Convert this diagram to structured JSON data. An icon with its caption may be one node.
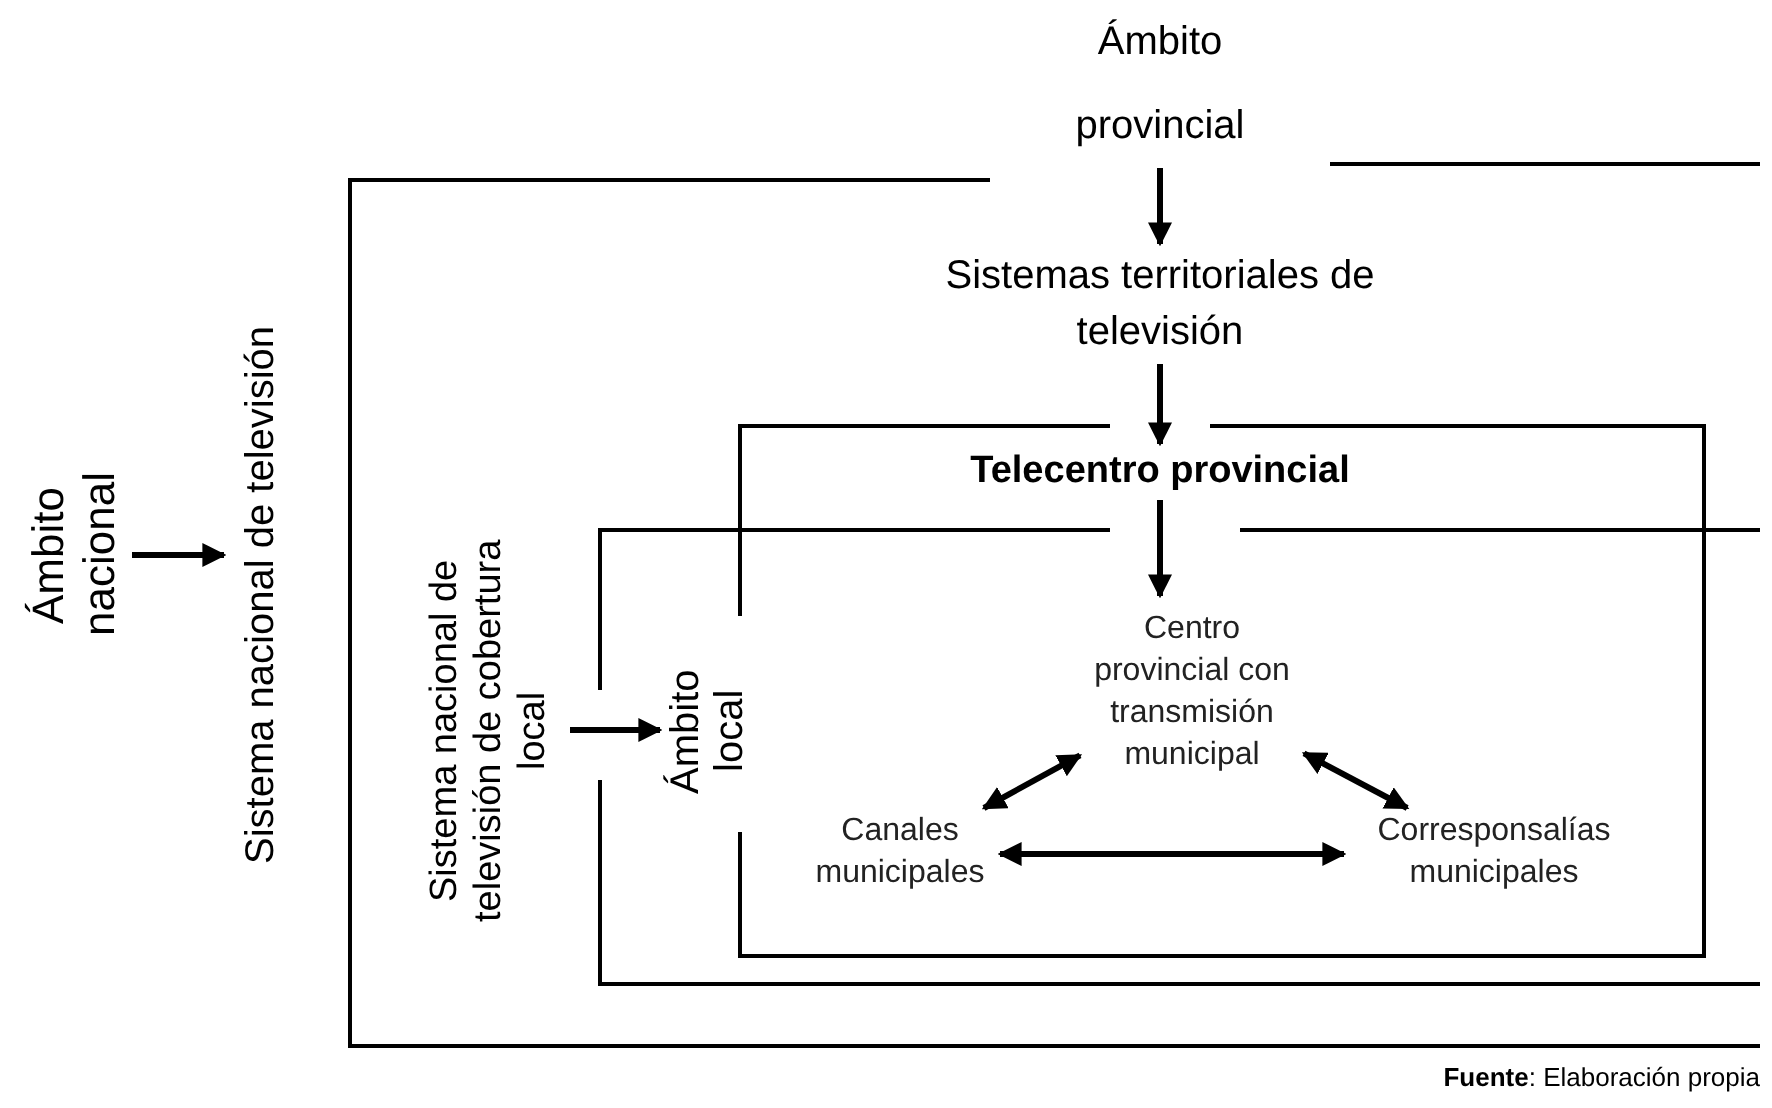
{
  "diagram": {
    "caption": "**Fuente**: Elaboración propia",
    "nodes": [
      {
        "text": [
          "Ámbito nacional"
        ]
      },
      {
        "text": [
          "Sistema nacional de televisión"
        ]
      },
      {
        "text": [
          "Ámbito provincial"
        ]
      },
      {
        "text": [],
        "shape": "box"
      },
      {
        "text": [
          "Sistemas territoriales de televisión"
        ],
        "in": 3
      },
      {
        "text": [
          "Telecentro provincial"
        ],
        "in": 3
      },
      {
        "text": [
          "Sistema nacional de televisión de cobertura local"
        ],
        "in": 3
      },
      {
        "text": [
          "Ámbito local"
        ],
        "in": 3
      },
      {
        "text": [
          "Centro provincial con transmisión municipal"
        ],
        "in": 3
      },
      {
        "text": [
          "Canales municipales"
        ],
        "in": 3
      },
      {
        "text": [
          "Corresponsalías municipales"
        ],
        "in": 3
      }
    ],
    "edges": [
      {
        "from": 0,
        "to": 1,
        "arrow": "to"
      },
      {
        "from": 2,
        "to": 4,
        "arrow": "to"
      },
      {
        "from": 4,
        "to": 5,
        "arrow": "to"
      },
      {
        "from": 5,
        "to": 8,
        "arrow": "to"
      },
      {
        "from": 6,
        "to": 7,
        "arrow": "to"
      },
      {
        "from": 8,
        "to": 9,
        "arrow": "both"
      },
      {
        "from": 8,
        "to": 10,
        "arrow": "both"
      },
      {
        "from": 9,
        "to": 10,
        "arrow": "both"
      }
    ]
  }
}
